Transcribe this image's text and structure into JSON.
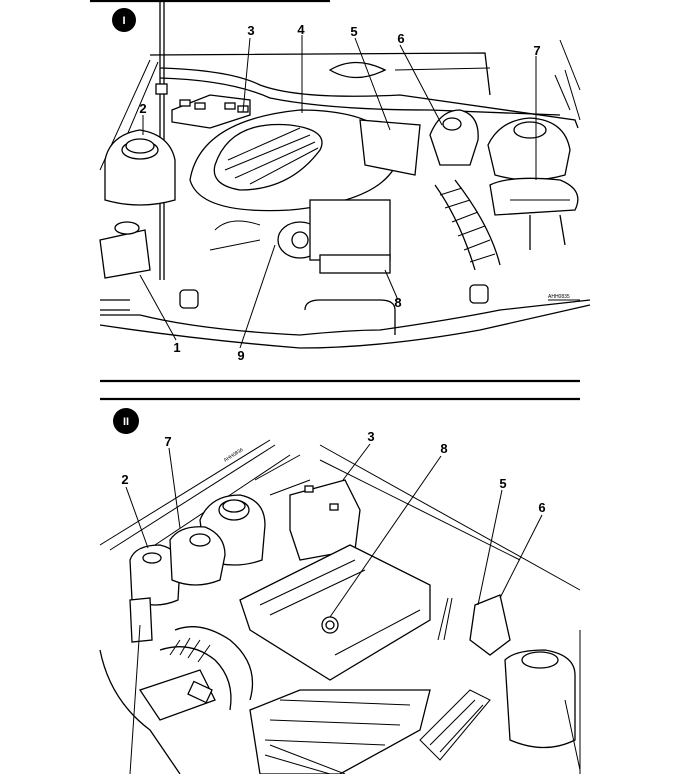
{
  "panels": [
    {
      "badge": "I",
      "reference_code": "AHH0835",
      "callouts": [
        "1",
        "2",
        "3",
        "4",
        "5",
        "6",
        "7",
        "8",
        "9"
      ]
    },
    {
      "badge": "II",
      "reference_code": "AHH0836",
      "callouts": [
        "2",
        "7",
        "3",
        "8",
        "5",
        "6"
      ]
    }
  ]
}
